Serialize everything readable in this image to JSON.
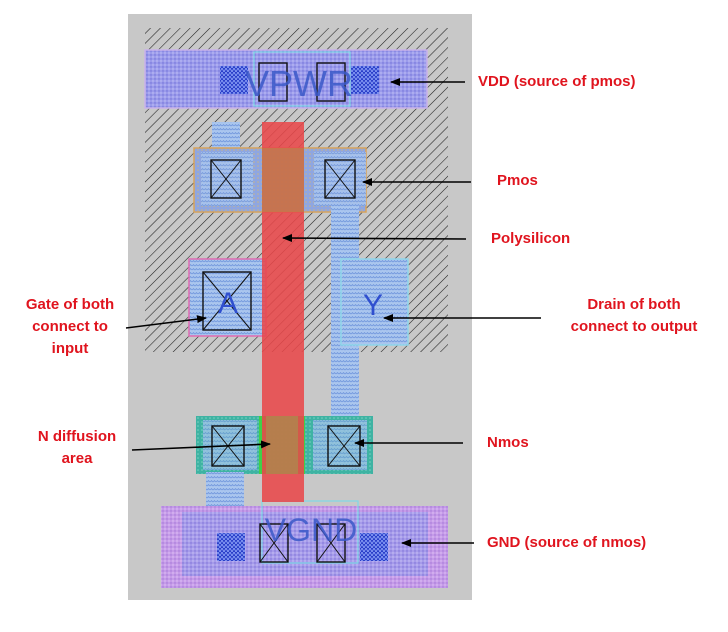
{
  "layout_labels": {
    "vpwr": "VPWR",
    "vgnd": "VGND",
    "input_pin": "A",
    "output_pin": "Y"
  },
  "callouts": {
    "vdd": "VDD (source of pmos)",
    "pmos": "Pmos",
    "polysilicon": "Polysilicon",
    "gate_line1": "Gate of both",
    "gate_line2": "connect to",
    "gate_line3": "input",
    "drain_line1": "Drain of both",
    "drain_line2": "connect to output",
    "ndiff_line1": "N diffusion",
    "ndiff_line2": "area",
    "nmos": "Nmos",
    "gnd": "GND (source of nmos)"
  },
  "colors": {
    "callout_text": "#e0141e",
    "cell_background": "#c8c8c8",
    "polysilicon": "#e8484a",
    "metal_rail": "#8f8fe6",
    "ground_rail": "#c096e8",
    "ndiff": "#1fa89a",
    "pin_text": "#2f4fcf"
  }
}
